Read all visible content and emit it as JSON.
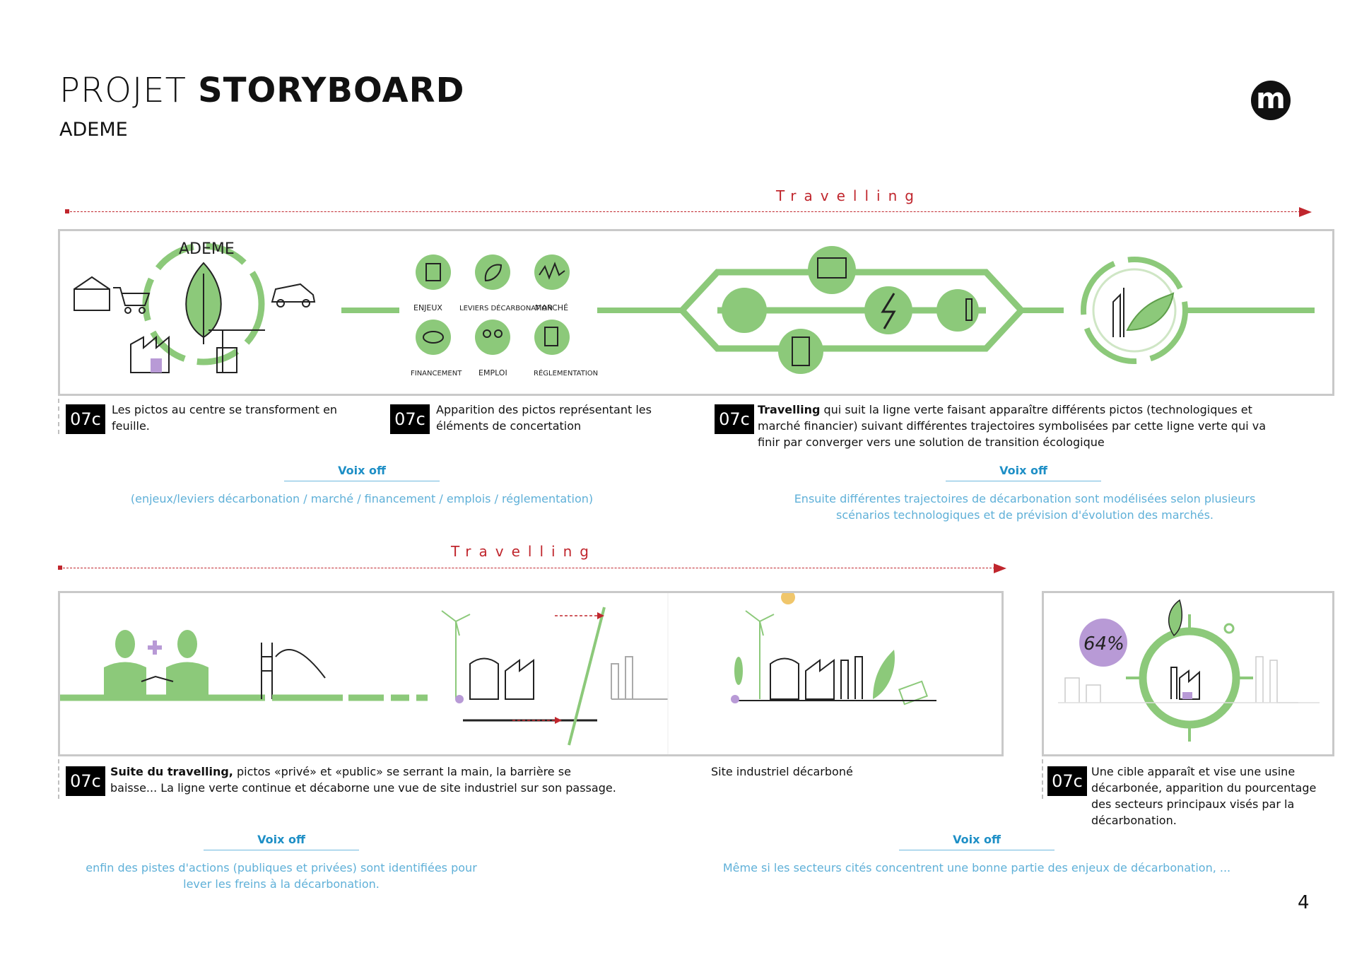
{
  "header": {
    "title_light": "PROJET",
    "title_bold": "STORYBOARD",
    "subtitle": "ADEME",
    "logo_glyph": "m"
  },
  "travelling_label": "Travelling",
  "page_number": "4",
  "row1": {
    "illustration_labels": {
      "ademe": "ADEME",
      "enjeux": "ENJEUX",
      "leviers": "LEVIERS DÉCARBONATION",
      "marche": "MARCHÉ",
      "financement": "FINANCEMENT",
      "emploi": "EMPLOI",
      "reglementation": "RÉGLEMENTATION"
    },
    "captions": [
      {
        "badge": "07c",
        "text": "Les pictos au centre se transforment en feuille."
      },
      {
        "badge": "07c",
        "text": "Apparition des pictos représentant les éléments de concertation"
      },
      {
        "badge": "07c",
        "bold": "Travelling",
        "text": " qui suit la ligne verte faisant apparaître différents pictos (technologiques et marché financier) suivant différentes trajectoires symbolisées par cette ligne verte qui va finir par converger vers une solution de transition écologique"
      }
    ],
    "voix_off": [
      {
        "title": "Voix off",
        "text": "(enjeux/leviers décarbonation / marché / financement / emplois / réglementation)"
      },
      {
        "title": "Voix off",
        "text": "Ensuite différentes trajectoires de décarbonation sont modélisées selon plusieurs scénarios technologiques et de prévision d'évolution des marchés."
      }
    ]
  },
  "row2": {
    "illustration_labels": {
      "percent": "64%"
    },
    "captions": [
      {
        "badge": "07c",
        "bold": "Suite du travelling,",
        "text": " pictos «privé» et «public» se serrant la main, la barrière se baisse... La ligne verte continue et décaborne une vue de site industriel sur son passage."
      },
      {
        "text": "Site industriel décarboné"
      },
      {
        "badge": "07c",
        "text": "Une cible apparaît et vise une usine décarbonée, apparition du pourcentage des secteurs principaux visés par la décarbonation."
      }
    ],
    "voix_off": [
      {
        "title": "Voix off",
        "text": "enfin des pistes d'actions (publiques et privées) sont identifiées pour lever les freins à la décarbonation."
      },
      {
        "title": "Voix off",
        "text": "Même si les secteurs cités concentrent une bonne partie des enjeux de décarbonation, ..."
      }
    ]
  },
  "colors": {
    "green": "#8cc97a",
    "green_dark": "#5e9e4a",
    "red": "#c0262d",
    "blue": "#1e8fc6",
    "purple": "#b89ad6"
  }
}
